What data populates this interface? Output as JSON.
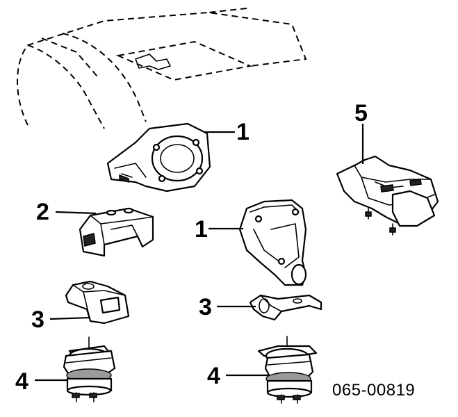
{
  "diagram": {
    "callouts": {
      "part_1_top": "1",
      "part_1_right": "1",
      "part_2": "2",
      "part_3_left": "3",
      "part_3_right": "3",
      "part_4_left": "4",
      "part_4_right": "4",
      "part_5": "5"
    },
    "diagram_code": "065-00819"
  }
}
